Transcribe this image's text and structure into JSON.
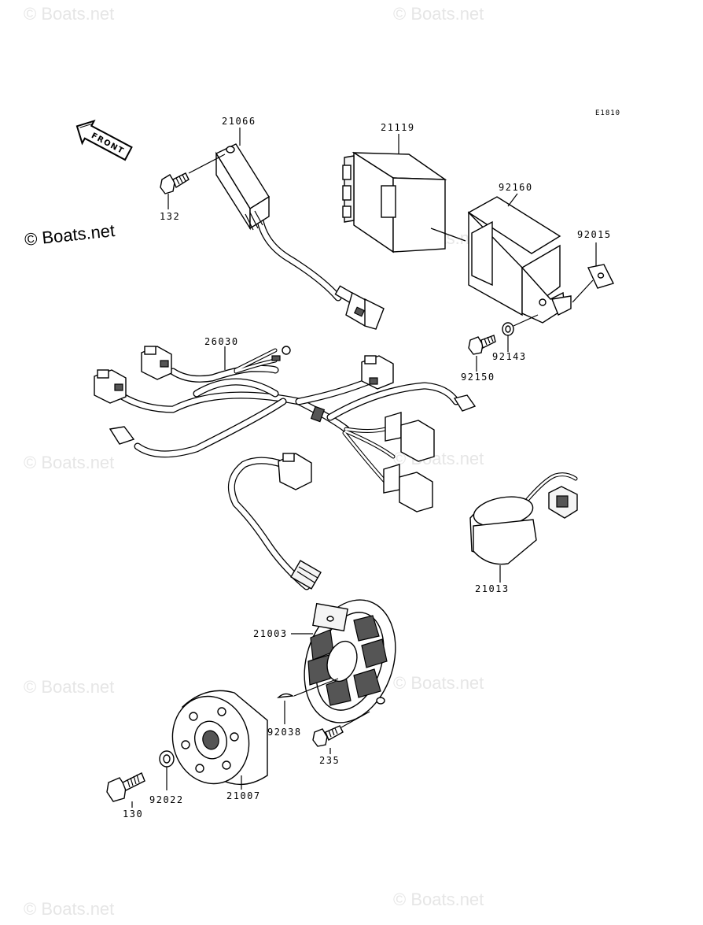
{
  "diagram": {
    "code": "E1810",
    "front_label": "FRONT",
    "copyright": "© Boats.net",
    "watermark": "© Boats.net",
    "parts": [
      {
        "number": "21066"
      },
      {
        "number": "132"
      },
      {
        "number": "21119"
      },
      {
        "number": "92160"
      },
      {
        "number": "92015"
      },
      {
        "number": "92143"
      },
      {
        "number": "92150"
      },
      {
        "number": "26030"
      },
      {
        "number": "21013"
      },
      {
        "number": "21003"
      },
      {
        "number": "92038"
      },
      {
        "number": "235"
      },
      {
        "number": "21007"
      },
      {
        "number": "92022"
      },
      {
        "number": "130"
      }
    ]
  }
}
